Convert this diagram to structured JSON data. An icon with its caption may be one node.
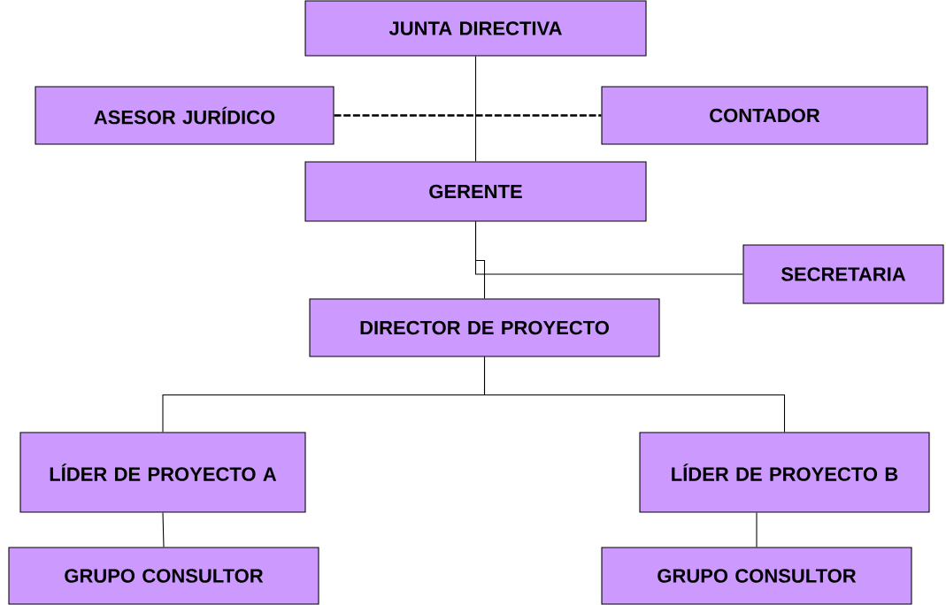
{
  "diagram": {
    "nodes": [
      {
        "text": [
          "JUNTA DIRECTIVA"
        ]
      },
      {
        "text": [
          "ASESOR JURÍDICO"
        ]
      },
      {
        "text": [
          "CONTADOR"
        ]
      },
      {
        "text": [
          "GERENTE"
        ]
      },
      {
        "text": [
          "SECRETARIA"
        ]
      },
      {
        "text": [
          "DIRECTOR DE PROYECTO"
        ]
      },
      {
        "text": [
          "LÍDER DE PROYECTO A"
        ]
      },
      {
        "text": [
          "LÍDER DE PROYECTO B"
        ]
      },
      {
        "text": [
          "GRUPO CONSULTOR"
        ]
      },
      {
        "text": [
          "GRUPO CONSULTOR"
        ]
      }
    ],
    "edges": [
      {
        "from": 0,
        "to": 3,
        "arrow": "none"
      },
      {
        "from": 1,
        "to": 2,
        "arrow": "none",
        "style": "dashed"
      },
      {
        "from": 3,
        "to": 5,
        "arrow": "none"
      },
      {
        "from": 3,
        "to": 4,
        "arrow": "none"
      },
      {
        "from": 5,
        "to": 6,
        "arrow": "none"
      },
      {
        "from": 5,
        "to": 7,
        "arrow": "none"
      },
      {
        "from": 6,
        "to": 8,
        "arrow": "none"
      },
      {
        "from": 7,
        "to": 9,
        "arrow": "none"
      }
    ]
  }
}
